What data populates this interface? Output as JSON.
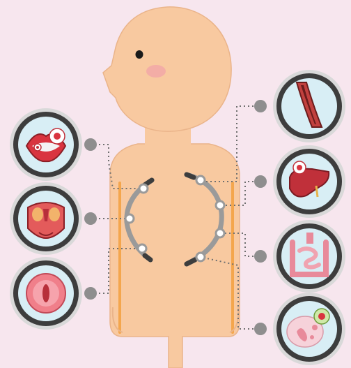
{
  "colors": {
    "background": "#f7e6ee",
    "skin": "#f8c9a0",
    "skin_outline": "#eab48a",
    "cheek": "#f2a3a8",
    "eye": "#1a1a1a",
    "ring_dark": "#3d3d3d",
    "ring_light": "#d9d9d9",
    "circle_fill": "#d8eef5",
    "connector": "#6f6f6f",
    "tube": "#9a9a9a",
    "orange_line": "#f4a64d"
  },
  "organs": {
    "left": [
      {
        "id": "mouth-organ",
        "icon": "mouth-with-virus-icon"
      },
      {
        "id": "throat-organ",
        "icon": "throat-icon"
      },
      {
        "id": "vagina-organ",
        "icon": "vaginal-tissue-icon"
      }
    ],
    "right": [
      {
        "id": "blood-vessel-organ",
        "icon": "blood-vessel-icon"
      },
      {
        "id": "liver-organ",
        "icon": "liver-with-virus-icon"
      },
      {
        "id": "intestine-organ",
        "icon": "intestine-icon"
      },
      {
        "id": "skin-organ",
        "icon": "skin-with-virus-icon"
      }
    ]
  }
}
